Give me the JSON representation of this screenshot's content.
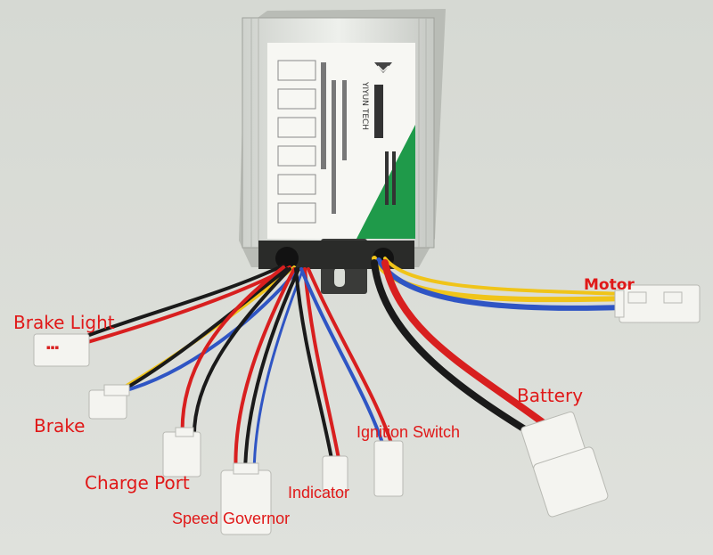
{
  "labels": {
    "motor": "Motor",
    "brake_light": "Brake Light",
    "brake": "Brake",
    "battery": "Battery",
    "ignition_switch": "Ignition Switch",
    "charge_port": "Charge Port",
    "indicator": "Indicator",
    "speed_governor": "Speed Governor"
  },
  "colors": {
    "background": "#d9dcd6",
    "label_text": "#e01818",
    "controller_body": "#e8eae6",
    "sticker_accent": "#1f9a4a",
    "wire_red": "#d81f1f",
    "wire_black": "#1a1a1a",
    "wire_yellow": "#f0c419",
    "wire_blue": "#2f55c4",
    "connector": "#f4f4f0"
  },
  "sticker": {
    "brand": "YIYUN TECH"
  }
}
